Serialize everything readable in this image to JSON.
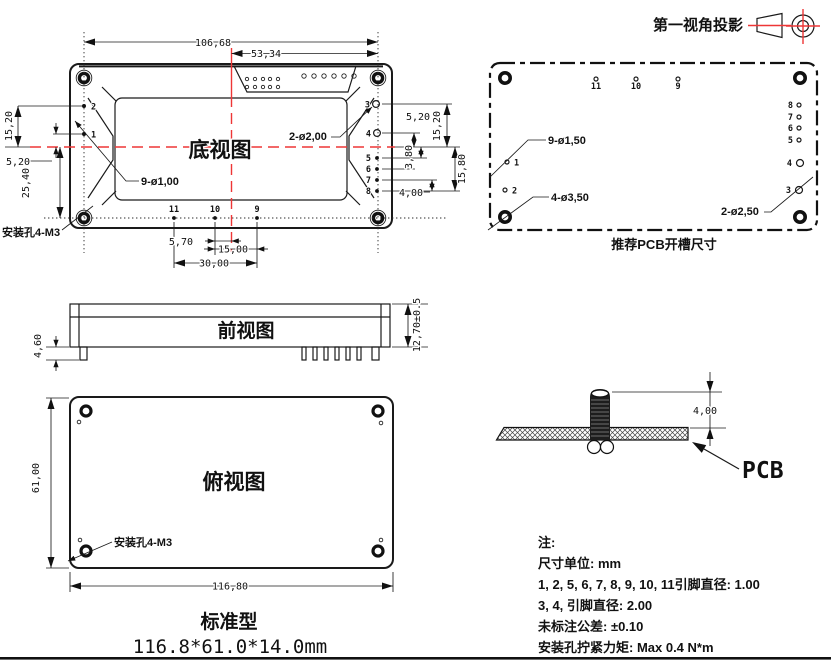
{
  "projection": {
    "label": "第一视角投影"
  },
  "bottom_view": {
    "title": "底视图",
    "dim_top_width": "106,68",
    "dim_top_half": "53,34",
    "dim_left_pin2": "15,20",
    "dim_left_pin1": "5,20",
    "dim_left_hole": "25,40",
    "mount_label": "安装孔4-M3",
    "lead_small_pins": "9-ø1,00",
    "lead_big_pins": "2-ø2,00",
    "dim_right_52": "5,20",
    "dim_right_152": "15,20",
    "dim_right_38": "3,80",
    "dim_right_158": "15,80",
    "dim_right_40": "4,00",
    "dim_bot_57": "5,70",
    "dim_bot_150": "15,00",
    "dim_bot_300": "30,00",
    "pins": {
      "p1": "1",
      "p2": "2",
      "p3": "3",
      "p4": "4",
      "p5": "5",
      "p6": "6",
      "p7": "7",
      "p8": "8",
      "p9": "9",
      "p10": "10",
      "p11": "11"
    }
  },
  "pcb_cutout": {
    "title": "推荐PCB开槽尺寸",
    "lead_small": "9-ø1,50",
    "lead_mount": "4-ø3,50",
    "lead_big": "2-ø2,50",
    "pins": {
      "p1": "1",
      "p2": "2",
      "p3": "3",
      "p4": "4",
      "p5": "5",
      "p6": "6",
      "p7": "7",
      "p8": "8",
      "p9": "9",
      "p10": "10",
      "p11": "11"
    }
  },
  "front_view": {
    "title": "前视图",
    "dim_pin": "4,60",
    "dim_height": "12,70±0.5"
  },
  "top_view": {
    "title": "俯视图",
    "dim_height": "61,00",
    "dim_width": "116,80",
    "mount_label": "安装孔4-M3"
  },
  "pcb_mount_detail": {
    "dim_standoff": "4,00",
    "board_label": "PCB"
  },
  "notes": {
    "heading": "注:",
    "lines": [
      "尺寸单位: mm",
      "1, 2, 5, 6, 7, 8, 9, 10, 11引脚直径: 1.00",
      "3, 4, 引脚直径: 2.00",
      "未标注公差: ±0.10",
      "安装孔拧紧力矩: Max 0.4 N*m"
    ]
  },
  "footer": {
    "model": "标准型",
    "size": "116.8*61.0*14.0mm"
  },
  "colors": {
    "line": "#1a1a1a",
    "centerline": "#ee3636"
  }
}
